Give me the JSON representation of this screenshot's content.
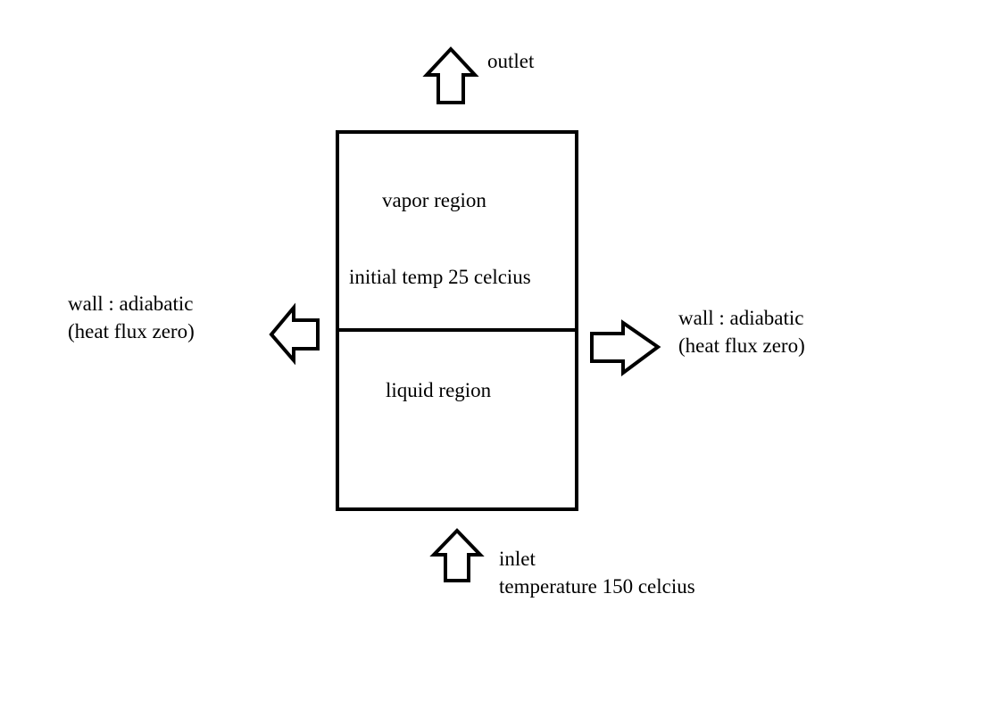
{
  "colors": {
    "background": "#ffffff",
    "ink": "#000000"
  },
  "icons": {
    "outlet_arrow": "arrow-up-outline-icon",
    "inlet_arrow": "arrow-up-outline-icon",
    "left_wall_arrow": "arrow-left-outline-icon",
    "right_wall_arrow": "arrow-right-outline-icon"
  },
  "labels": {
    "outlet": "outlet",
    "vapor_region": "vapor region",
    "initial_temp": "initial temp 25 celcius",
    "liquid_region": "liquid region",
    "left_wall": {
      "line1": "wall : adiabatic",
      "line2": "(heat flux zero)"
    },
    "right_wall": {
      "line1": "wall : adiabatic",
      "line2": "(heat flux zero)"
    },
    "inlet": {
      "line1": "inlet",
      "line2": "temperature 150 celcius"
    }
  }
}
